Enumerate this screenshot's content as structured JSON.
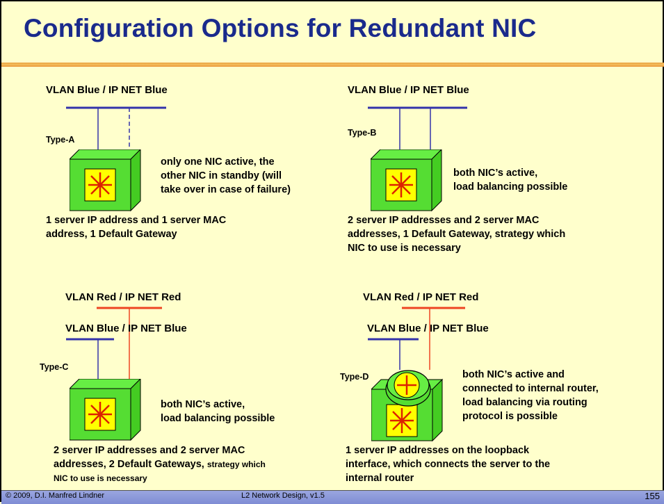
{
  "title": "Configuration Options for Redundant NIC",
  "colors": {
    "title": "#1a2a8c",
    "background": "#ffffcc",
    "vlan_blue_line": "#3333aa",
    "vlan_red_line": "#ee4422",
    "server_green": "#55dd33",
    "server_face_yellow": "#ffff00",
    "footer_bar": "#8a96da"
  },
  "icons": [
    "server-box-icon",
    "server-router-box-icon"
  ],
  "panels": {
    "a": {
      "vlan": "VLAN Blue / IP NET Blue",
      "type": "Type-A",
      "desc": [
        "only one NIC active, the",
        "other NIC in standby (will",
        "take over in case of failure)"
      ],
      "summary": [
        "1 server IP address and 1 server MAC",
        "address, 1 Default Gateway"
      ]
    },
    "b": {
      "vlan": "VLAN Blue / IP NET Blue",
      "type": "Type-B",
      "desc": [
        "both NIC’s active,",
        "load balancing possible"
      ],
      "summary": [
        "2 server IP addresses and 2 server MAC",
        "addresses, 1 Default Gateway, strategy which",
        "NIC to use is necessary"
      ]
    },
    "c": {
      "vlan_red": "VLAN Red / IP NET Red",
      "vlan_blue": "VLAN Blue / IP NET Blue",
      "type": "Type-C",
      "desc": [
        "both NIC’s active,",
        "load balancing possible"
      ],
      "summary": [
        "2 server IP addresses and 2 server MAC",
        "addresses, 2 Default Gateways, ",
        "NIC to use is necessary"
      ],
      "summary_tail": "strategy which"
    },
    "d": {
      "vlan_red": "VLAN Red / IP NET Red",
      "vlan_blue": "VLAN Blue / IP NET Blue",
      "type": "Type-D",
      "desc": [
        "both NIC’s active and",
        "connected to internal router,",
        "load balancing via routing",
        "protocol is possible"
      ],
      "summary": [
        "1 server IP addresses on the loopback",
        "interface, which connects the server to the",
        "internal router"
      ]
    }
  },
  "footer": {
    "copyright": "© 2009, D.I. Manfred Lindner",
    "course": "L2 Network Design, v1.5",
    "page": "155"
  }
}
